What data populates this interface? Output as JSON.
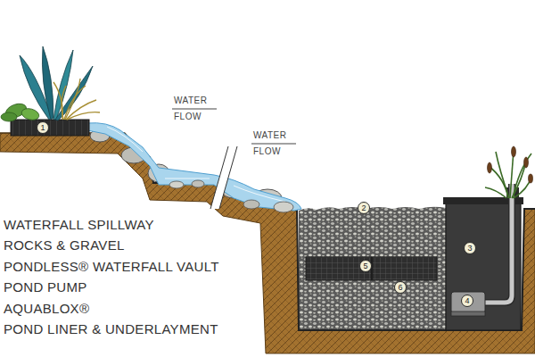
{
  "diagram": {
    "nodes": [
      {
        "text": [
          "1"
        ]
      },
      {
        "text": [
          "2"
        ]
      },
      {
        "text": [
          "3"
        ]
      },
      {
        "text": [
          "4"
        ]
      },
      {
        "text": [
          "5"
        ]
      },
      {
        "text": [
          "6"
        ]
      }
    ],
    "labels": [
      "WATER FLOW",
      "WATER FLOW",
      "WATERFALL SPILLWAY",
      "ROCKS & GRAVEL",
      "PONDLESS® WATERFALL VAULT",
      "POND PUMP",
      "AQUABLOX®",
      "POND LINER & UNDERLAYMENT"
    ]
  }
}
